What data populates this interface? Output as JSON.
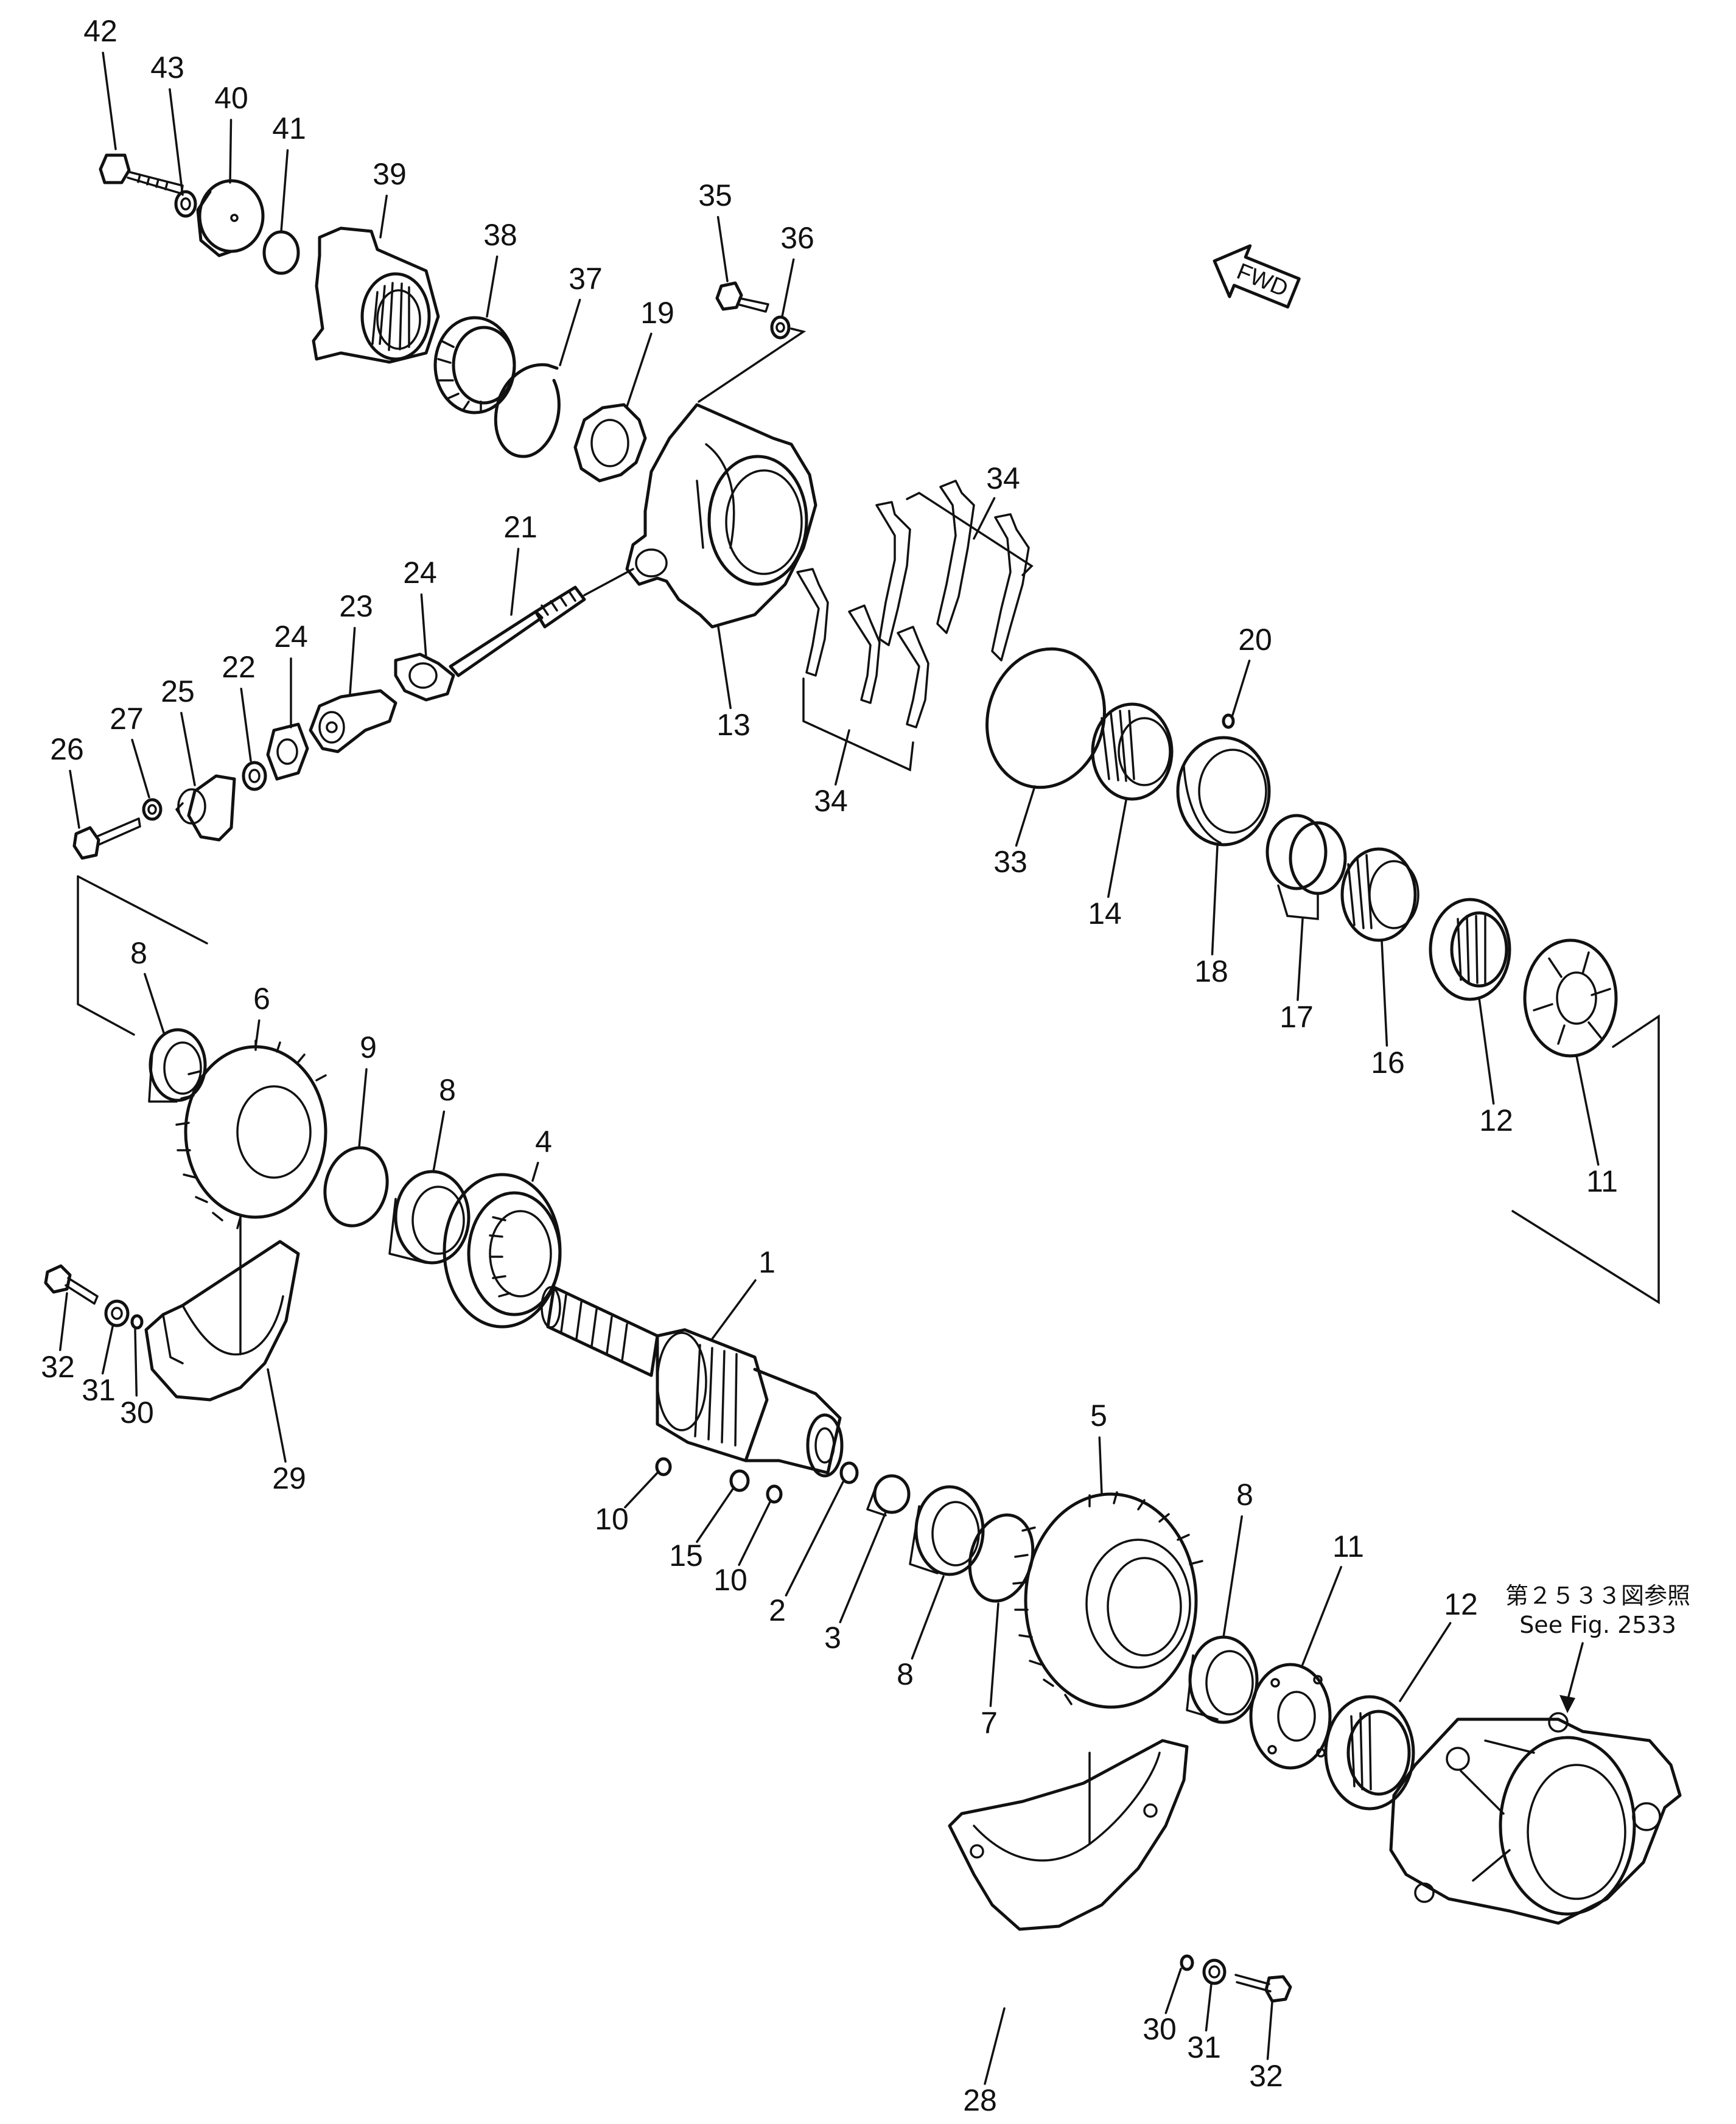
{
  "diagram": {
    "callout_labels": [
      "42",
      "43",
      "40",
      "41",
      "39",
      "38",
      "37",
      "35",
      "36",
      "19",
      "13",
      "21",
      "24",
      "23",
      "24",
      "22",
      "25",
      "27",
      "26",
      "34",
      "34",
      "33",
      "14",
      "20",
      "18",
      "17",
      "16",
      "12",
      "11",
      "8",
      "6",
      "9",
      "8",
      "4",
      "1",
      "32",
      "31",
      "30",
      "29",
      "10",
      "15",
      "10",
      "2",
      "3",
      "8",
      "7",
      "5",
      "8",
      "11",
      "12",
      "28",
      "30",
      "31",
      "32"
    ],
    "direction_arrow": "FWD",
    "reference_note": {
      "japanese": "第２５３３図参照",
      "english": "See Fig. 2533"
    }
  }
}
